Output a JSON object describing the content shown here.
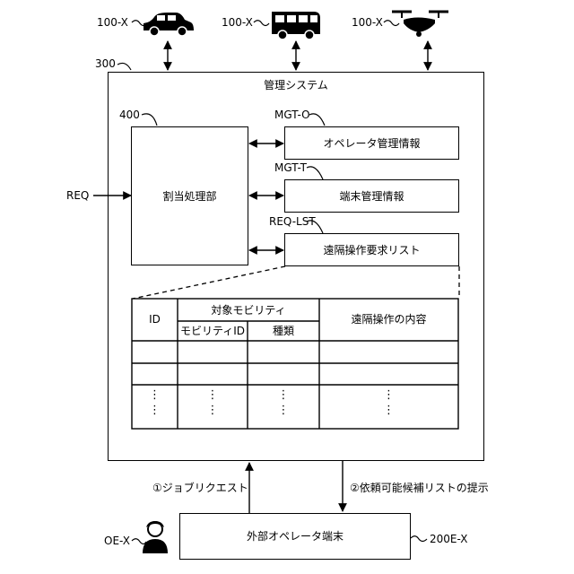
{
  "vehicles": {
    "car_label": "100-X",
    "bus_label": "100-X",
    "drone_label": "100-X"
  },
  "system": {
    "ref": "300",
    "title": "管理システム"
  },
  "allocator": {
    "ref": "400",
    "label": "割当処理部"
  },
  "databases": {
    "operator": {
      "ref": "MGT-O",
      "label": "オペレータ管理情報"
    },
    "terminal": {
      "ref": "MGT-T",
      "label": "端末管理情報"
    },
    "request_list": {
      "ref": "REQ-LST",
      "label": "遠隔操作要求リスト"
    }
  },
  "req_input": "REQ",
  "table": {
    "col_id": "ID",
    "col_target": "対象モビリティ",
    "col_mobility_id": "モビリティID",
    "col_type": "種類",
    "col_content": "遠隔操作の内容",
    "ellipsis": "⋮"
  },
  "flows": {
    "job_request": "①ジョブリクエスト",
    "candidate_list": "②依頼可能候補リストの提示"
  },
  "operator_terminal": {
    "ref": "200E-X",
    "label": "外部オペレータ端末"
  },
  "operator": {
    "ref": "OE-X"
  }
}
